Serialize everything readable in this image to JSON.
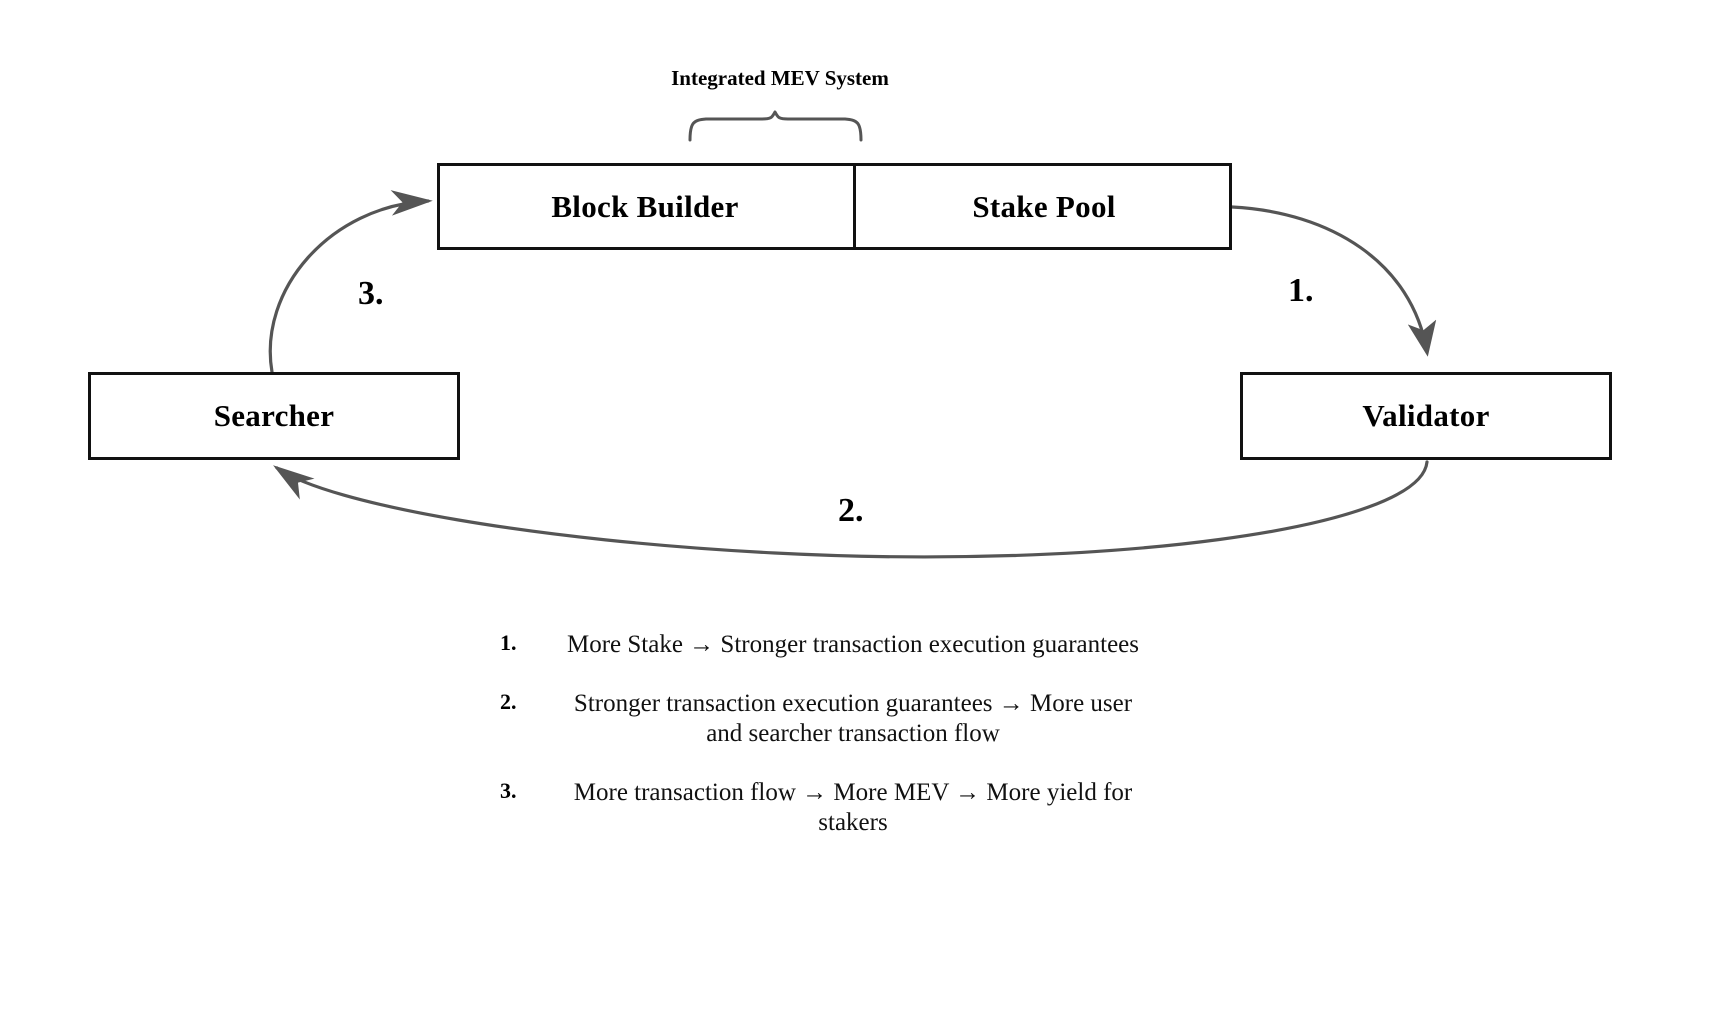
{
  "diagram": {
    "group_title": "Integrated MEV System",
    "nodes": [
      {
        "id": "block-builder",
        "label": "Block Builder"
      },
      {
        "id": "stake-pool",
        "label": "Stake Pool"
      },
      {
        "id": "searcher",
        "label": "Searcher"
      },
      {
        "id": "validator",
        "label": "Validator"
      }
    ],
    "edges": [
      {
        "id": "edge-1",
        "number": "1.",
        "from": "stake-pool",
        "to": "validator"
      },
      {
        "id": "edge-2",
        "number": "2.",
        "from": "validator",
        "to": "searcher"
      },
      {
        "id": "edge-3",
        "number": "3.",
        "from": "searcher",
        "to": "block-builder"
      }
    ],
    "stroke_color": "#555555",
    "box_border_color": "#111111",
    "background_color": "#ffffff"
  },
  "legend": {
    "items": [
      {
        "marker": "1.",
        "text": "More Stake → Stronger transaction execution guarantees"
      },
      {
        "marker": "2.",
        "text": "Stronger transaction execution guarantees → More user and searcher transaction flow"
      },
      {
        "marker": "3.",
        "text": "More transaction flow → More MEV → More yield for stakers"
      }
    ]
  }
}
